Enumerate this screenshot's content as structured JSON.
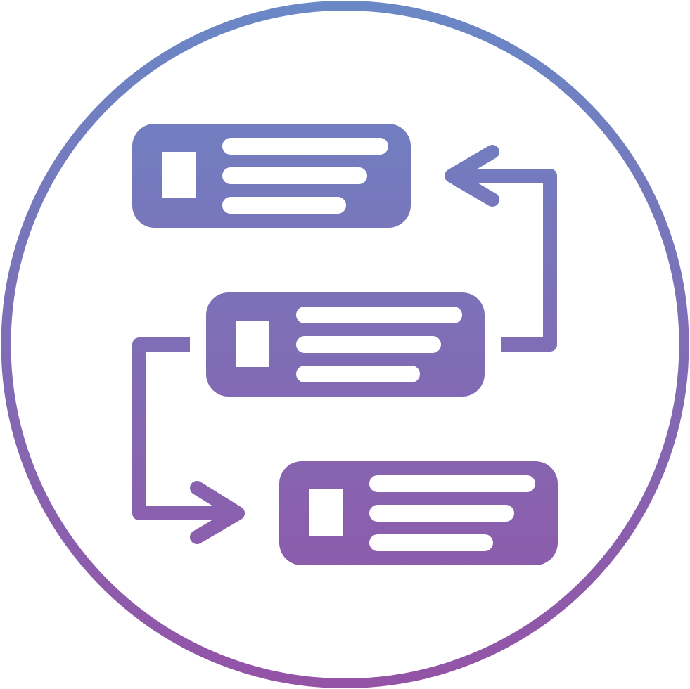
{
  "icon": {
    "name": "workflow-process-icon",
    "colors": {
      "gradient_top": "#6A88C6",
      "gradient_bottom": "#9453A6",
      "background": "#FFFFFF",
      "bar": "#FFFFFF"
    },
    "blocks": [
      {
        "id": "top",
        "lines": 3
      },
      {
        "id": "middle",
        "lines": 3
      },
      {
        "id": "bottom",
        "lines": 3
      }
    ],
    "connectors": [
      {
        "from": "middle",
        "to": "top",
        "direction": "left-arrow"
      },
      {
        "from": "middle",
        "to": "bottom",
        "direction": "right-arrow"
      }
    ]
  }
}
